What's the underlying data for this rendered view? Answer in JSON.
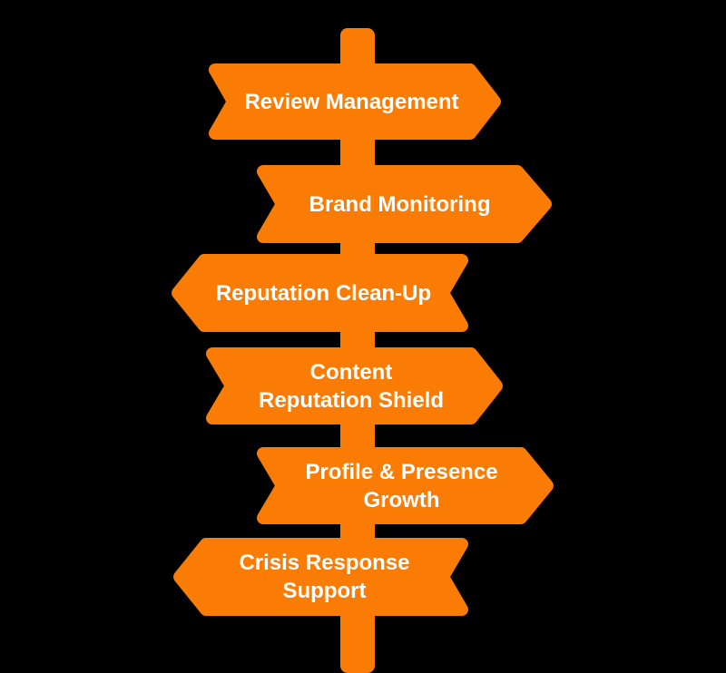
{
  "colors": {
    "background": "#000000",
    "sign": "#FA7C05",
    "text": "#FFFFFF"
  },
  "signpost": {
    "items": [
      {
        "id": "review-management",
        "direction": "right",
        "lines": [
          "Review Management"
        ]
      },
      {
        "id": "brand-monitoring",
        "direction": "right",
        "lines": [
          "Brand Monitoring"
        ]
      },
      {
        "id": "reputation-clean-up",
        "direction": "left",
        "lines": [
          "Reputation Clean-Up"
        ]
      },
      {
        "id": "content-reputation-shield",
        "direction": "right",
        "lines": [
          "Content",
          "Reputation Shield"
        ]
      },
      {
        "id": "profile-presence-growth",
        "direction": "right",
        "lines": [
          "Profile & Presence",
          "Growth"
        ]
      },
      {
        "id": "crisis-response-support",
        "direction": "left",
        "lines": [
          "Crisis Response",
          "Support"
        ]
      }
    ]
  }
}
